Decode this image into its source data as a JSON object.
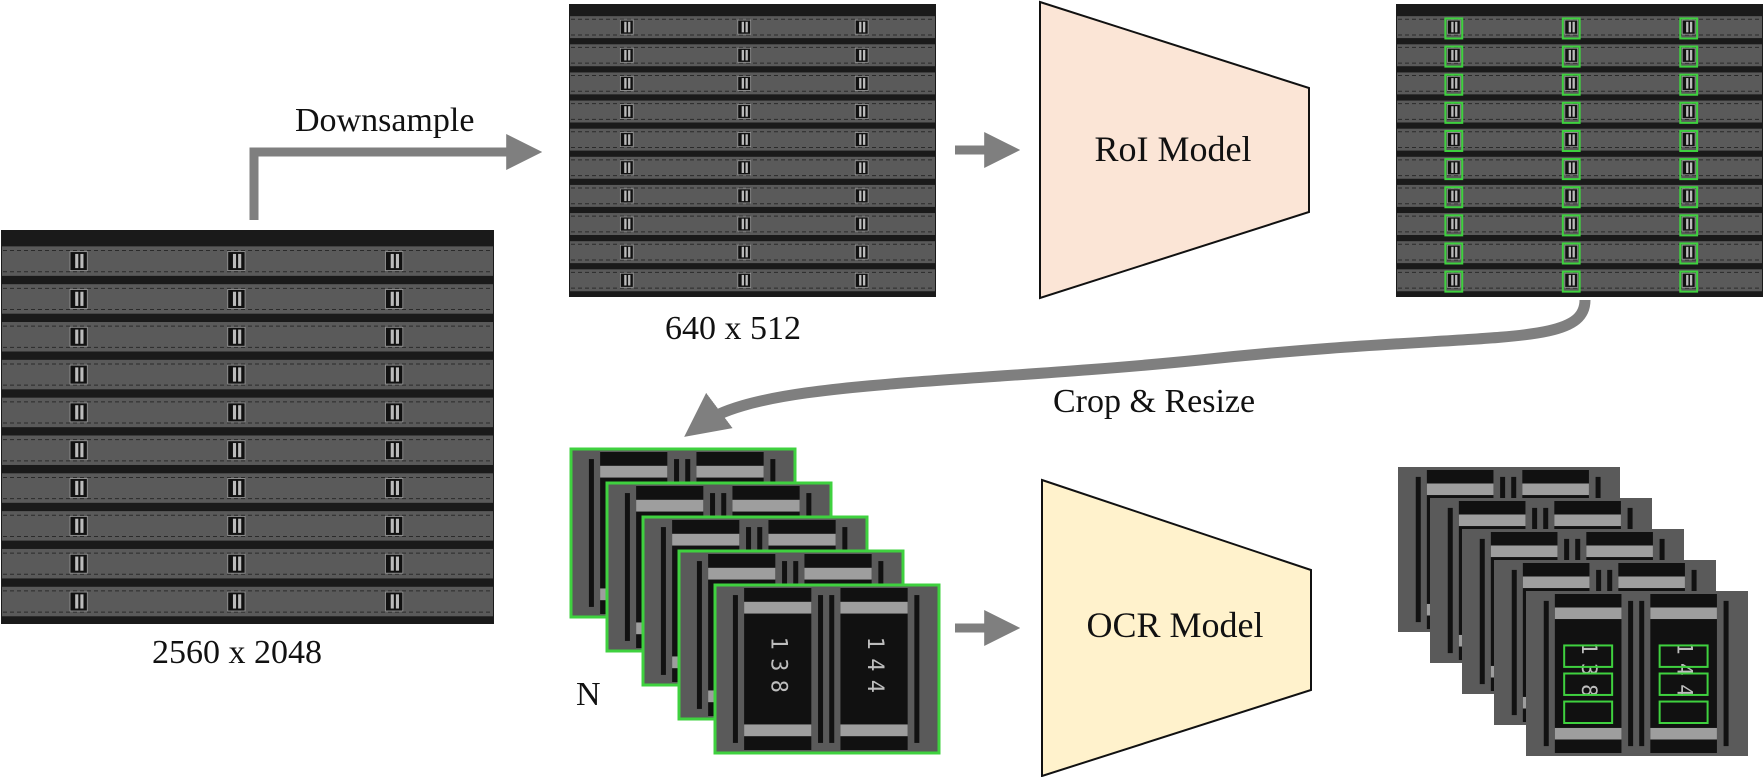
{
  "labels": {
    "downsample": "Downsample",
    "resolution_full": "2560 x 2048",
    "resolution_small": "640 x 512",
    "crop_resize": "Crop & Resize",
    "n": "N"
  },
  "models": {
    "roi": "RoI Model",
    "ocr": "OCR Model"
  },
  "crop_digits": {
    "left": "138",
    "right": "144"
  },
  "colors": {
    "arrow": "#7f7f7f",
    "roi_fill": "#fbe5d6",
    "ocr_fill": "#fff2cc",
    "highlight": "#3fd13f",
    "strip": "#5a5a5a",
    "dark": "#1a1a1a"
  }
}
